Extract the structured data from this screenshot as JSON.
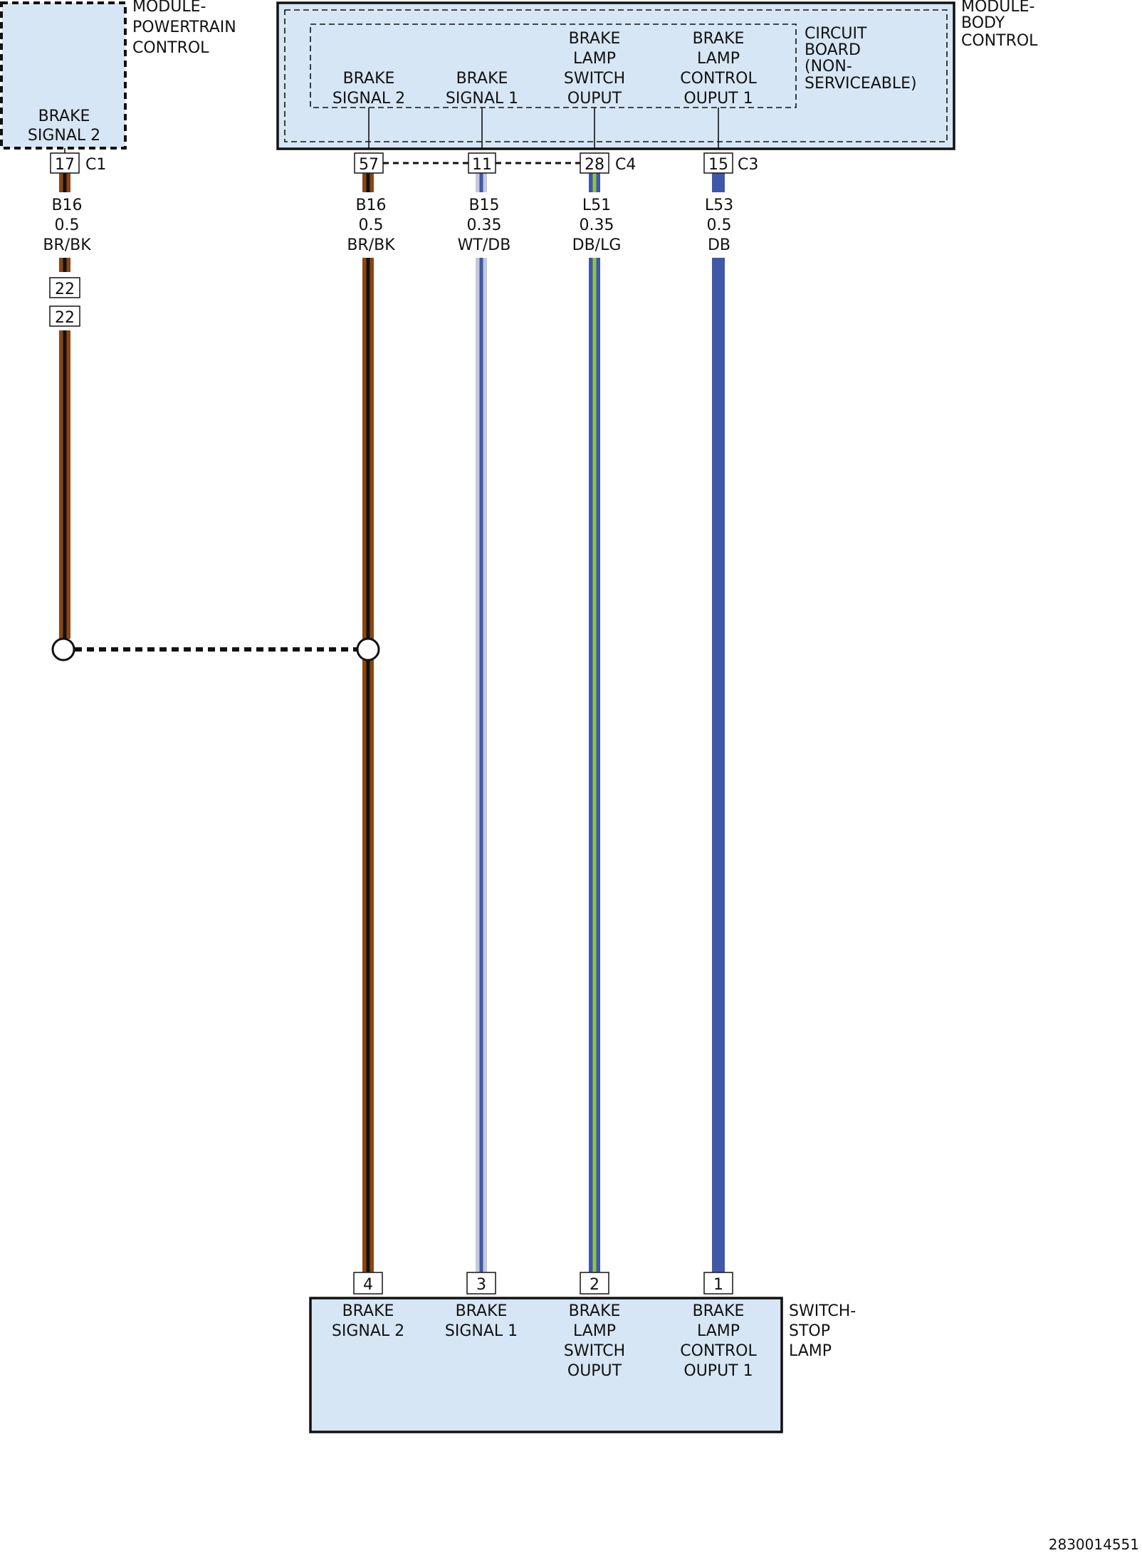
{
  "modules": {
    "pcm": {
      "title_lines": [
        "MODULE-",
        "POWERTRAIN",
        "CONTROL"
      ],
      "inner_label_lines": [
        "BRAKE",
        "SIGNAL 2"
      ],
      "pin": "17",
      "connector": "C1"
    },
    "bcm": {
      "title_lines": [
        "MODULE-",
        "BODY",
        "CONTROL"
      ],
      "circuit_board_lines": [
        "CIRCUIT",
        "BOARD",
        "(NON-",
        "SERVICEABLE)"
      ],
      "pins": [
        {
          "label_lines": [
            "BRAKE",
            "SIGNAL 2"
          ],
          "pin": "57"
        },
        {
          "label_lines": [
            "BRAKE",
            "SIGNAL 1"
          ],
          "pin": "11"
        },
        {
          "label_lines": [
            "BRAKE",
            "LAMP",
            "SWITCH",
            "OUPUT"
          ],
          "pin": "28"
        },
        {
          "label_lines": [
            "BRAKE",
            "LAMP",
            "CONTROL",
            "OUPUT 1"
          ],
          "pin": "15"
        }
      ],
      "connector_c4": "C4",
      "connector_c3": "C3"
    },
    "switch": {
      "title_lines": [
        "SWITCH-",
        "STOP",
        "LAMP"
      ],
      "pins": [
        {
          "label_lines": [
            "BRAKE",
            "SIGNAL 2"
          ],
          "pin": "4"
        },
        {
          "label_lines": [
            "BRAKE",
            "SIGNAL 1"
          ],
          "pin": "3"
        },
        {
          "label_lines": [
            "BRAKE",
            "LAMP",
            "SWITCH",
            "OUPUT"
          ],
          "pin": "2"
        },
        {
          "label_lines": [
            "BRAKE",
            "LAMP",
            "CONTROL",
            "OUPUT 1"
          ],
          "pin": "1"
        }
      ]
    }
  },
  "wires": [
    {
      "circuit": "B16",
      "gauge": "0.5",
      "color": "BR/BK",
      "base_color": "#8B4513",
      "stripe_color": "#111111"
    },
    {
      "circuit": "B16",
      "gauge": "0.5",
      "color": "BR/BK",
      "base_color": "#8B4513",
      "stripe_color": "#111111"
    },
    {
      "circuit": "B15",
      "gauge": "0.35",
      "color": "WT/DB",
      "base_color": "#c3c8dc",
      "stripe_color": "#3f58a8"
    },
    {
      "circuit": "L51",
      "gauge": "0.35",
      "color": "DB/LG",
      "base_color": "#3f58a8",
      "stripe_color": "#8fc24a"
    },
    {
      "circuit": "L53",
      "gauge": "0.5",
      "color": "DB",
      "base_color": "#3f58a8",
      "stripe_color": null
    }
  ],
  "inline_connector_pins": [
    "22",
    "22"
  ],
  "module_fill": "#d6e6f4",
  "footer_id": "2830014551"
}
